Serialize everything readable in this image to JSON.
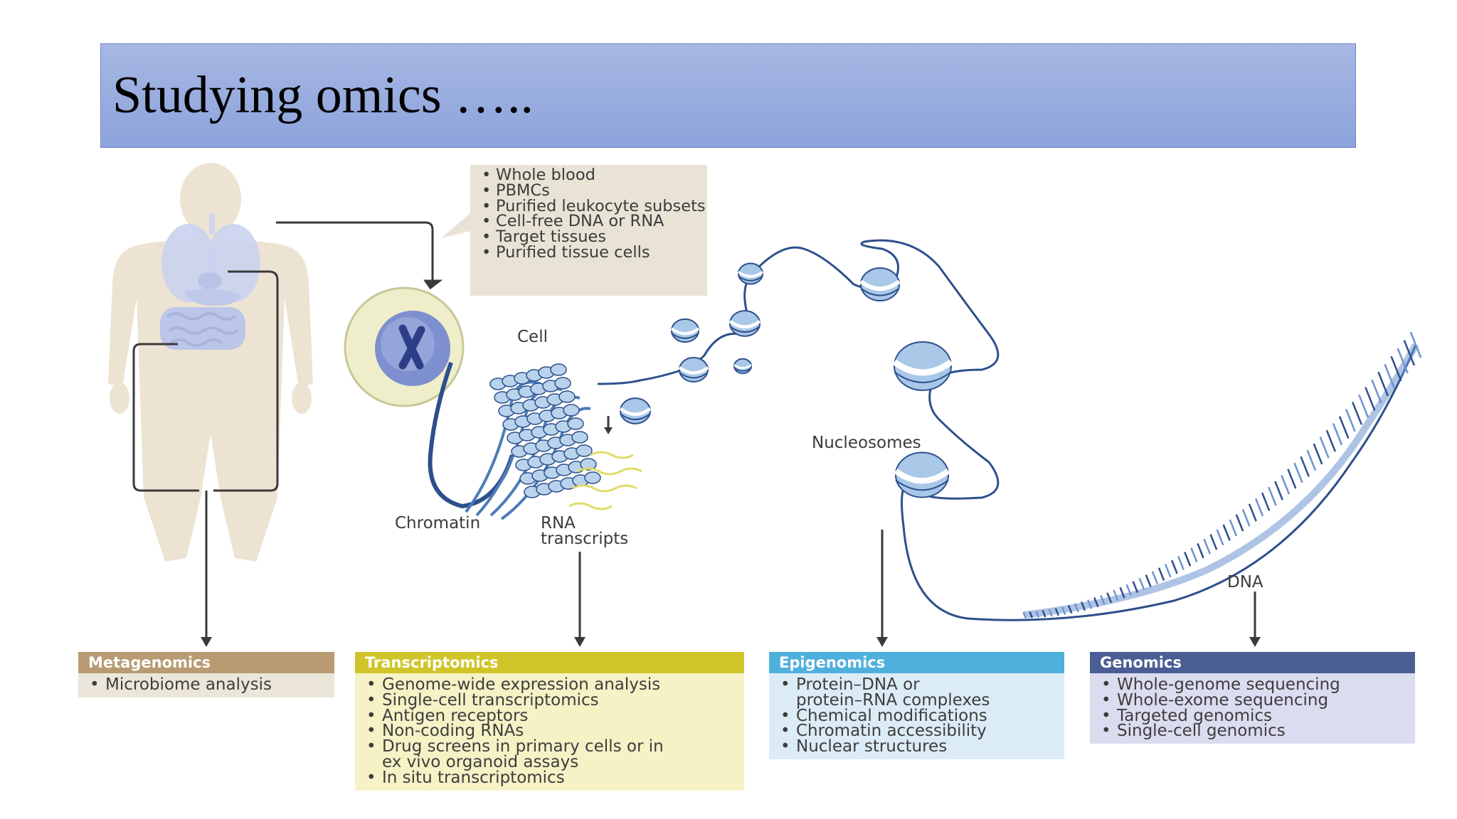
{
  "slide": {
    "title": "Studying omics ….."
  },
  "samples": {
    "items": [
      "Whole blood",
      "PBMCs",
      "Purified leukocyte subsets",
      "Cell-free DNA or RNA",
      "Target tissues",
      "Purified tissue cells"
    ]
  },
  "labels": {
    "cell": "Cell",
    "chromatin": "Chromatin",
    "rna_line1": "RNA",
    "rna_line2": "transcripts",
    "nucleosomes": "Nucleosomes",
    "dna": "DNA"
  },
  "panels": {
    "metagenomics": {
      "title": "Metagenomics",
      "items": [
        "Microbiome analysis"
      ],
      "head_color": "#b89b72",
      "body_color": "#ece6da"
    },
    "transcriptomics": {
      "title": "Transcriptomics",
      "items": [
        "Genome-wide expression analysis",
        "Single-cell transcriptomics",
        "Antigen receptors",
        "Non-coding RNAs",
        "Drug screens in primary cells or in",
        "ex vivo organoid assays",
        "In situ transcriptomics"
      ],
      "head_color": "#cfc52a",
      "body_color": "#f6f2c6"
    },
    "epigenomics": {
      "title": "Epigenomics",
      "items": [
        "Protein–DNA or",
        "protein–RNA complexes",
        "Chemical modifications",
        "Chromatin accessibility",
        "Nuclear structures"
      ],
      "head_color": "#4fb0dc",
      "body_color": "#dcecf6"
    },
    "genomics": {
      "title": "Genomics",
      "items": [
        "Whole-genome sequencing",
        "Whole-exome sequencing",
        "Targeted genomics",
        "Single-cell genomics"
      ],
      "head_color": "#4a5e95",
      "body_color": "#dcdcf0"
    }
  }
}
